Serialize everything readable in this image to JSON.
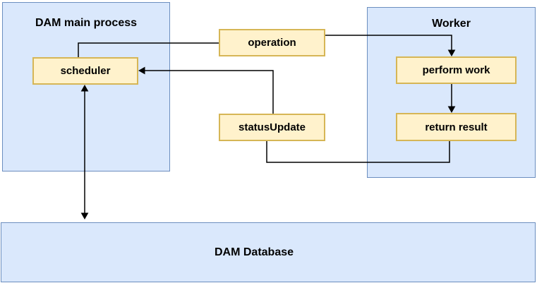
{
  "diagram": {
    "containers": {
      "main_process": {
        "label": "DAM main process"
      },
      "worker": {
        "label": "Worker"
      },
      "database": {
        "label": "DAM Database"
      }
    },
    "nodes": {
      "scheduler": {
        "label": "scheduler"
      },
      "operation": {
        "label": "operation"
      },
      "status_update": {
        "label": "statusUpdate"
      },
      "perform_work": {
        "label": "perform work"
      },
      "return_result": {
        "label": "return result"
      }
    },
    "edges": [
      {
        "from": "operation",
        "to": "scheduler",
        "arrow": "none"
      },
      {
        "from": "operation",
        "to": "perform_work",
        "arrow": "end"
      },
      {
        "from": "perform_work",
        "to": "return_result",
        "arrow": "end"
      },
      {
        "from": "return_result",
        "to": "status_update",
        "arrow": "none"
      },
      {
        "from": "status_update",
        "to": "scheduler",
        "arrow": "end"
      },
      {
        "from": "scheduler",
        "to": "database",
        "arrow": "both"
      }
    ],
    "colors": {
      "container_fill": "#dae8fc",
      "container_border": "#6c8ebf",
      "node_fill": "#fff2cc",
      "node_border": "#d6b656",
      "connector": "#000000",
      "text": "#000000",
      "background": "#ffffff"
    }
  }
}
